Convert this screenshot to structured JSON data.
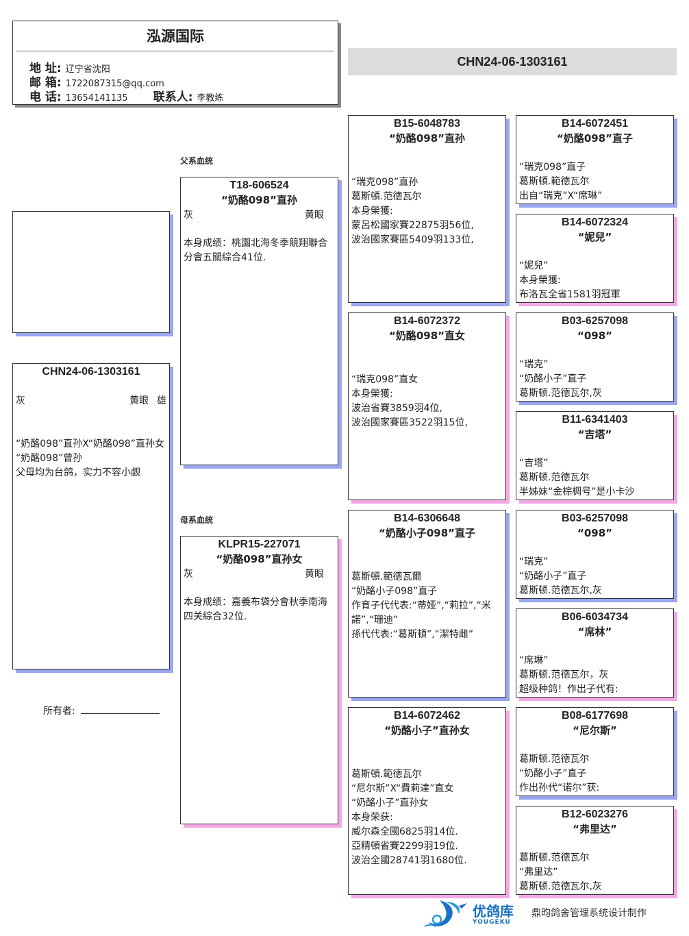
{
  "header": {
    "title": "泓源国际",
    "address_label": "地 址:",
    "address": "辽宁省沈阳",
    "email_label": "邮 箱:",
    "email": "1722087315@qq.com",
    "phone_label": "电 话:",
    "phone": "13654141135",
    "contact_label": "联系人:",
    "contact": "李教练"
  },
  "title_bar": "CHN24-06-1303161",
  "colors": {
    "male_shadow": "#9aa6ee",
    "female_shadow": "#f3a8e6",
    "title_bar": "#dcdcdc"
  },
  "subject": {
    "ring": "CHN24-06-1303161",
    "color": "灰",
    "eye": "黄眼",
    "sex": "雄",
    "notes": [
      "“奶酪098”直孙X“奶酪098”直孙女",
      "“奶酪098”曾孙",
      "父母均为台鸽，实力不容小觑"
    ]
  },
  "owner_label": "所有者:",
  "sire_label": "父系血统",
  "dam_label": "母系血统",
  "sire": {
    "ring": "T18-606524",
    "name": "“奶酪098”直孙",
    "color": "灰",
    "eye": "黄眼",
    "notes": [
      "本身成绩：桃園北海冬季競翔聯合分會五關綜合41位."
    ]
  },
  "dam": {
    "ring": "KLPR15-227071",
    "name": "“奶酪098”直孙女",
    "color": "灰",
    "eye": "黄眼",
    "notes": [
      "本身成绩：嘉義布袋分會秋季南海四关綜合32位."
    ]
  },
  "gen3": [
    {
      "ring": "B15-6048783",
      "name": "“奶酪098”直孙",
      "sex": "m",
      "notes": [
        "“瑞克098”直孙",
        "葛斯頓.范德瓦尔",
        "本身榮獲:",
        "蒙呂松國家賽22875羽56位,",
        "波治國家賽區5409羽133位,"
      ]
    },
    {
      "ring": "B14-6072372",
      "name": "“奶酪098”直女",
      "sex": "f",
      "notes": [
        "“瑞克098”直女",
        "本身榮獲:",
        "波治省賽3859羽4位,",
        "波治國家賽區3522羽15位,"
      ]
    },
    {
      "ring": "B14-6306648",
      "name": "“奶酪小子098”直子",
      "sex": "m",
      "notes": [
        "葛斯頓.範德瓦爾",
        "“奶酪小子098”直子",
        "作育子代代表:“蒂娅”,“莉拉”,“米諾”,“珊迪”",
        "孫代代表:“葛斯頓”,“潔特雌”"
      ]
    },
    {
      "ring": "B14-6072462",
      "name": "“奶酪小子”直孙女",
      "sex": "f",
      "notes": [
        "葛斯頓.範德瓦尔",
        "“尼尔斯”X“費莉達”直女",
        "“奶酪小子”直孙女",
        "本身荣获:",
        "威尔森全國6825羽14位.",
        "亞精頓省賽2299羽19位.",
        "波治全國28741羽1680位."
      ]
    }
  ],
  "gen4": [
    {
      "ring": "B14-6072451",
      "name": "“奶酪098”直子",
      "sex": "m",
      "notes": [
        "“瑞克098”直子",
        "葛斯頓.範德瓦尔",
        "出自“瑞克”X“席琳”"
      ]
    },
    {
      "ring": "B14-6072324",
      "name": "“妮兒”",
      "sex": "f",
      "notes": [
        "“妮兒”",
        "本身榮獲:",
        "布洛瓦全省1581羽冠軍"
      ]
    },
    {
      "ring": "B03-6257098",
      "name": "“098”",
      "sex": "m",
      "notes": [
        "“瑞克”",
        "“奶酪小子”直子",
        "葛斯顿.范德瓦尔,灰"
      ]
    },
    {
      "ring": "B11-6341403",
      "name": "“吉塔”",
      "sex": "f",
      "notes": [
        "“吉塔”",
        "葛斯顿.范德瓦尔",
        "半姊妹“金棕椆号”是小卡沙"
      ]
    },
    {
      "ring": "B03-6257098",
      "name": "“098”",
      "sex": "m",
      "notes": [
        "“瑞克”",
        "“奶酪小子”直子",
        "葛斯顿.范德瓦尔,灰"
      ]
    },
    {
      "ring": "B06-6034734",
      "name": "“席林”",
      "sex": "f",
      "notes": [
        "“席琳”",
        "葛斯顿.范德瓦尔，灰",
        "超级种鸽！作出子代有:"
      ]
    },
    {
      "ring": "B08-6177698",
      "name": "“尼尔斯”",
      "sex": "m",
      "notes": [
        "葛斯顿.范德瓦尔",
        "“奶酪小子”直子",
        "作出孙代“诺尔”获:"
      ]
    },
    {
      "ring": "B12-6023276",
      "name": "“弗里达”",
      "sex": "f",
      "notes": [
        "葛斯顿.范德瓦尔",
        "“弗里达”",
        "葛斯顿.范德瓦尔,灰"
      ]
    }
  ],
  "footer": {
    "logo_text": "优鸽库",
    "logo_sub": "YOUGEKU",
    "credit": "鼎昀鸽舍管理系统设计制作"
  }
}
